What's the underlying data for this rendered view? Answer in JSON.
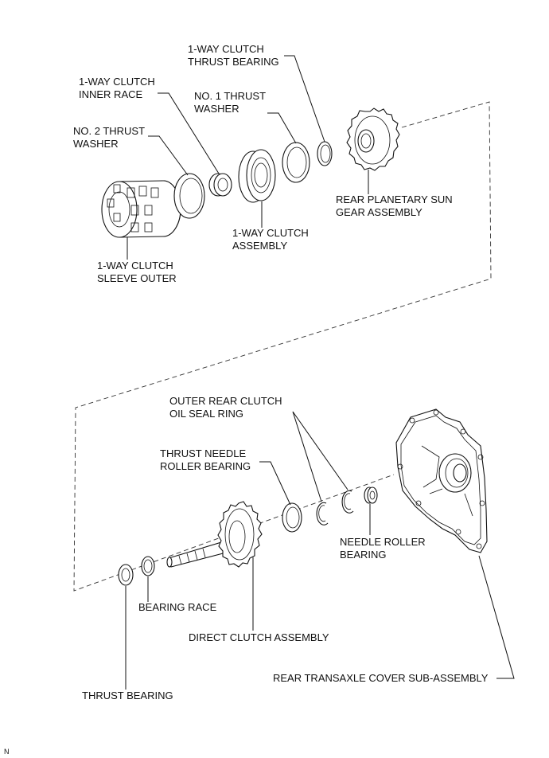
{
  "labels": {
    "one_way_thrust_bearing": [
      "1-WAY CLUTCH",
      "THRUST BEARING"
    ],
    "one_way_inner_race": [
      "1-WAY CLUTCH",
      "INNER RACE"
    ],
    "no1_thrust_washer": [
      "NO. 1 THRUST",
      "WASHER"
    ],
    "no2_thrust_washer": [
      "NO. 2 THRUST",
      "WASHER"
    ],
    "rear_planetary_sun_gear": [
      "REAR PLANETARY SUN",
      "GEAR ASSEMBLY"
    ],
    "one_way_clutch_assembly": [
      "1-WAY CLUTCH",
      "ASSEMBLY"
    ],
    "one_way_sleeve_outer": [
      "1-WAY CLUTCH",
      "SLEEVE OUTER"
    ],
    "outer_rear_clutch_seal": [
      "OUTER REAR CLUTCH",
      "OIL SEAL RING"
    ],
    "thrust_needle_roller_bearing": [
      "THRUST NEEDLE",
      "ROLLER BEARING"
    ],
    "needle_roller_bearing": [
      "NEEDLE ROLLER",
      "BEARING"
    ],
    "bearing_race": "BEARING RACE",
    "direct_clutch_assembly": "DIRECT CLUTCH ASSEMBLY",
    "rear_transaxle_cover": "REAR TRANSAXLE COVER SUB-ASSEMBLY",
    "thrust_bearing": "THRUST BEARING"
  },
  "figure_code": "N"
}
